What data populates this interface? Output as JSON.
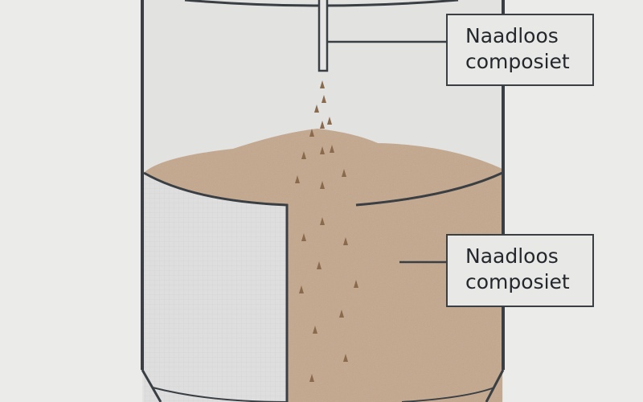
{
  "labels": [
    {
      "line1": "Naadloos",
      "line2": "composiet"
    },
    {
      "line1": "Naadloos",
      "line2": "composiet"
    }
  ],
  "colors": {
    "background": "#ebebea",
    "outline": "#3a3f44",
    "sand": "#c4a68a",
    "particle": "#8a6a4d",
    "wall": "#dcdcdc"
  }
}
